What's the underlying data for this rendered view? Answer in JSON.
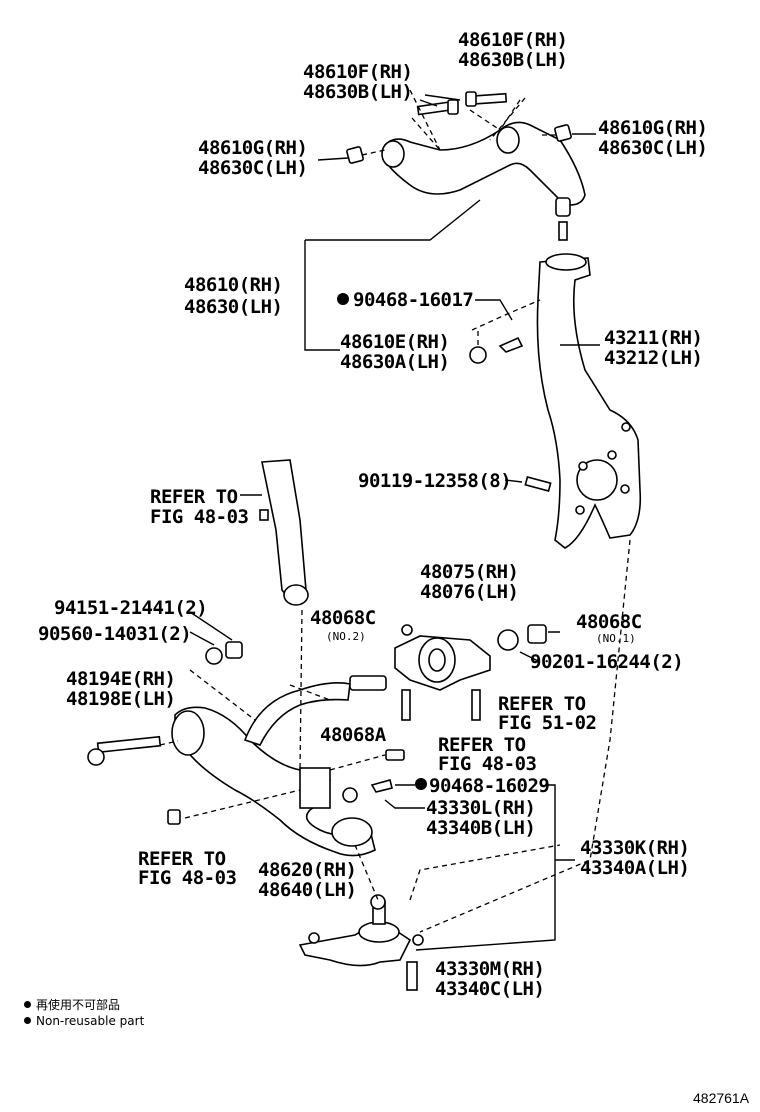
{
  "labels": {
    "p48610F_rh": "48610F(RH)",
    "p48630B_lh": "48630B(LH)",
    "p48610F_rh_b": "48610F(RH)",
    "p48630B_lh_b": "48630B(LH)",
    "p48610G_rh_l": "48610G(RH)",
    "p48630C_lh_l": "48630C(LH)",
    "p48610G_rh_r": "48610G(RH)",
    "p48630C_lh_r": "48630C(LH)",
    "p48610_rh": "48610(RH)",
    "p48630_lh": "48630(LH)",
    "p90468_16017": "90468-16017",
    "p48610E_rh": "48610E(RH)",
    "p48630A_lh": "48630A(LH)",
    "p43211_rh": "43211(RH)",
    "p43212_lh": "43212(LH)",
    "p90119": "90119-12358(8)",
    "refer_to_1": "REFER TO",
    "fig_48_03_1": "FIG 48-03",
    "p48075_rh": "48075(RH)",
    "p48076_lh": "48076(LH)",
    "p94151": "94151-21441(2)",
    "p90560": "90560-14031(2)",
    "p48068C_l": "48068C",
    "no2": "(NO.2)",
    "p48068C_r": "48068C",
    "no1": "(NO.1)",
    "p90201": "90201-16244(2)",
    "p48194E_rh": "48194E(RH)",
    "p48198E_lh": "48198E(LH)",
    "refer_to_2": "REFER TO",
    "fig_51_02": "FIG 51-02",
    "p48068A": "48068A",
    "refer_to_3": "REFER TO",
    "fig_48_03_3": "FIG 48-03",
    "p90468_16029": "90468-16029",
    "p43330L_rh": "43330L(RH)",
    "p43340B_lh": "43340B(LH)",
    "p43330K_rh": "43330K(RH)",
    "p43340A_lh": "43340A(LH)",
    "refer_to_4": "REFER TO",
    "fig_48_03_4": "FIG 48-03",
    "p48620_rh": "48620(RH)",
    "p48640_lh": "48640(LH)",
    "p43330M_rh": "43330M(RH)",
    "p43340C_lh": "43340C(LH)"
  },
  "legend": {
    "jp": "再使用不可部品",
    "en": "Non-reusable part"
  },
  "diagram_ref": "482761A"
}
